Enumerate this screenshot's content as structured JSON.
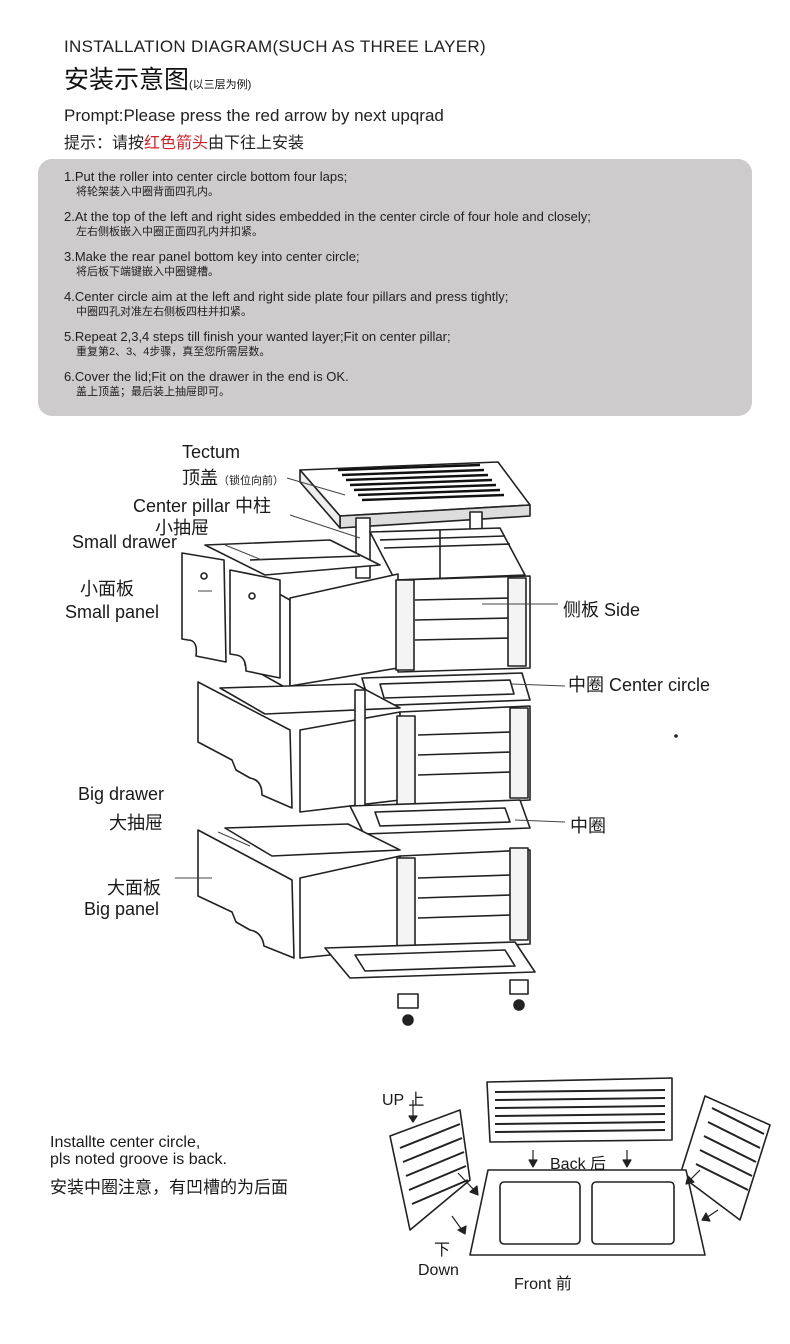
{
  "header": {
    "title_en": "INSTALLATION DIAGRAM(SUCH AS THREE LAYER)",
    "title_cn": "安装示意图",
    "title_cn_note": "(以三层为例)"
  },
  "prompt": {
    "en": "Prompt:Please press the red arrow by next upqrad",
    "cn_prefix": "提示：请按",
    "cn_red": "红色箭头",
    "cn_suffix": "由下往上安装"
  },
  "steps": [
    {
      "en": "1.Put the roller into center circle bottom four laps;",
      "cn": "将轮架装入中圈背面四孔内。"
    },
    {
      "en": "2.At the top of the left and right sides embedded in the center circle of four hole and closely;",
      "cn": "左右侧板嵌入中圈正面四孔内并扣紧。"
    },
    {
      "en": "3.Make the rear panel bottom key into center circle;",
      "cn": "将后板下端键嵌入中圈键槽。"
    },
    {
      "en": "4.Center circle aim at the left and right side plate four pillars and press tightly;",
      "cn": "中圈四孔对准左右侧板四柱并扣紧。"
    },
    {
      "en": "5.Repeat 2,3,4 steps till finish your wanted layer;Fit on center pillar;",
      "cn": "重复第2、3、4步骤，真至您所需层数。"
    },
    {
      "en": "6.Cover the lid;Fit on the drawer in the end is OK.",
      "cn": "盖上顶盖；最后装上抽屉即可。"
    }
  ],
  "labels": {
    "tectum_en": "Tectum",
    "tectum_cn": "顶盖",
    "tectum_note": "（锁位向前）",
    "center_pillar": "Center pillar 中柱",
    "small_drawer_cn": "小抽屉",
    "small_drawer_en": "Small drawer",
    "small_panel_cn": "小面板",
    "small_panel_en": "Small panel",
    "side": "侧板 Side",
    "center_circle": "中圈  Center circle",
    "center_circle_cn": "中圈",
    "big_drawer_en": "Big drawer",
    "big_drawer_cn": "大抽屉",
    "big_panel_cn": "大面板",
    "big_panel_en": "Big panel"
  },
  "bottom": {
    "note_en_line1": "Installte center circle,",
    "note_en_line2": "pls noted groove is back.",
    "note_cn": "安装中圈注意，有凹槽的为后面",
    "up": "UP 上",
    "back": "Back 后",
    "down_cn": "下",
    "down_en": "Down",
    "front": "Front  前"
  }
}
